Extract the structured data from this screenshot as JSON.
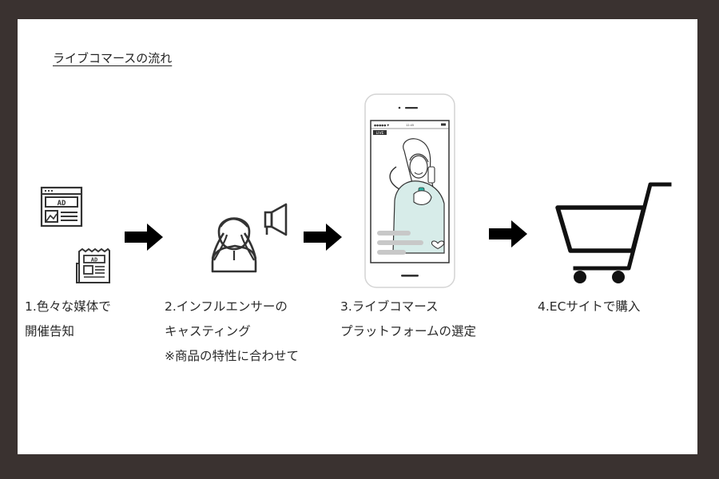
{
  "title": "ライブコマースの流れ",
  "icons": {
    "ad_text": "AD",
    "live_badge": "LIVE"
  },
  "steps": [
    {
      "lines": [
        "1.色々な媒体で",
        "開催告知"
      ]
    },
    {
      "lines": [
        "2.インフルエンサーの",
        "キャスティング",
        "※商品の特性に合わせて"
      ]
    },
    {
      "lines": [
        "3.ライブコマース",
        "プラットフォームの選定"
      ]
    },
    {
      "lines": [
        "4.ECサイトで購入"
      ]
    }
  ],
  "colors": {
    "frame": "#3a3230",
    "ink": "#333333",
    "arrow": "#000000",
    "phone_bar": "#c8c8c8",
    "phone_accent": "#2bb5a5"
  }
}
